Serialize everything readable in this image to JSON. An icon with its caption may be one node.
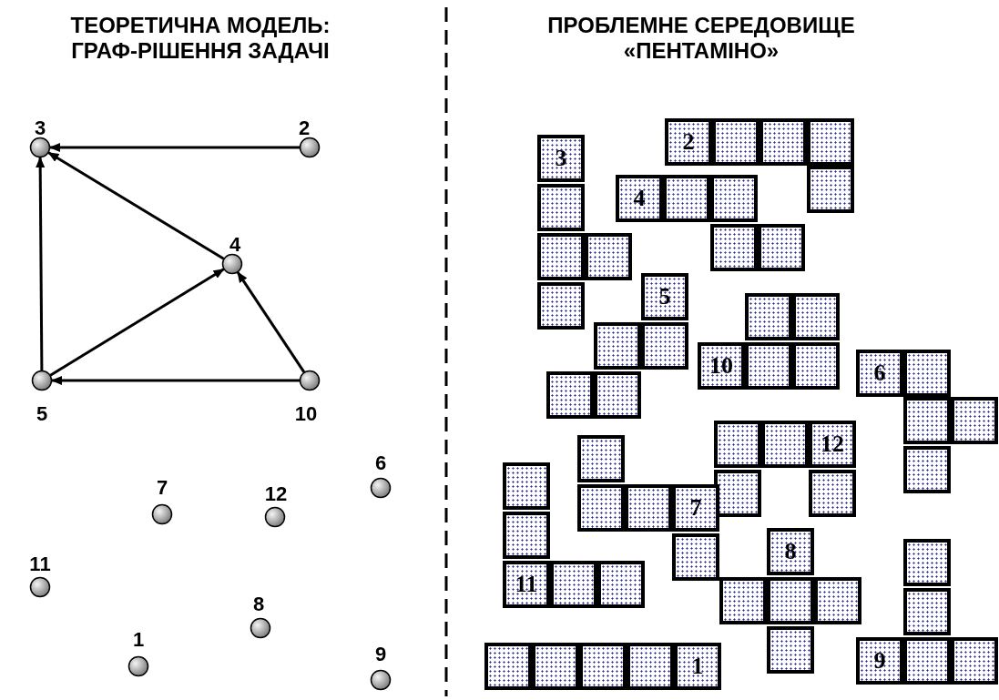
{
  "diagram": {
    "nodes": [
      {
        "text": [],
        "shape": "circle",
        "beside": [
          "3"
        ]
      },
      {
        "text": [],
        "shape": "circle",
        "beside": [
          "2"
        ]
      },
      {
        "text": [],
        "shape": "circle",
        "beside": [
          "4"
        ]
      },
      {
        "text": [],
        "shape": "circle",
        "beside": [
          "5"
        ]
      },
      {
        "text": [],
        "shape": "circle",
        "beside": [
          "10"
        ]
      },
      {
        "text": [],
        "shape": "circle",
        "beside": [
          "6"
        ]
      },
      {
        "text": [],
        "shape": "circle",
        "beside": [
          "7"
        ]
      },
      {
        "text": [],
        "shape": "circle",
        "beside": [
          "12"
        ]
      },
      {
        "text": [],
        "shape": "circle",
        "beside": [
          "11"
        ]
      },
      {
        "text": [],
        "shape": "circle",
        "beside": [
          "8"
        ]
      },
      {
        "text": [],
        "shape": "circle",
        "beside": [
          "1"
        ]
      },
      {
        "text": [],
        "shape": "circle",
        "beside": [
          "9"
        ]
      },
      {
        "text": [
          "2"
        ]
      },
      {
        "text": [
          "3"
        ]
      },
      {
        "text": [
          "4"
        ]
      },
      {
        "text": [
          "5"
        ]
      },
      {
        "text": [
          "10"
        ]
      },
      {
        "text": [
          "6"
        ]
      },
      {
        "text": [
          "12"
        ]
      },
      {
        "text": [
          "7"
        ]
      },
      {
        "text": [
          "11"
        ]
      },
      {
        "text": [
          "8"
        ]
      },
      {
        "text": [
          "9"
        ]
      },
      {
        "text": [
          "1"
        ]
      }
    ],
    "edges": [
      {
        "from": 1,
        "to": 0,
        "arrow": "to"
      },
      {
        "from": 2,
        "to": 0,
        "arrow": "to"
      },
      {
        "from": 3,
        "to": 0,
        "arrow": "to"
      },
      {
        "from": 3,
        "to": 2,
        "arrow": "to"
      },
      {
        "from": 4,
        "to": 2,
        "arrow": "to"
      },
      {
        "from": 4,
        "to": 3,
        "arrow": "to"
      }
    ],
    "labels": [
      "ТЕОРЕТИЧНА МОДЕЛЬ: ГРАФ-РІШЕННЯ ЗАДАЧІ",
      "ПРОБЛЕМНЕ СЕРЕДОВИЩЕ «ПЕНТАМІНО»"
    ]
  }
}
